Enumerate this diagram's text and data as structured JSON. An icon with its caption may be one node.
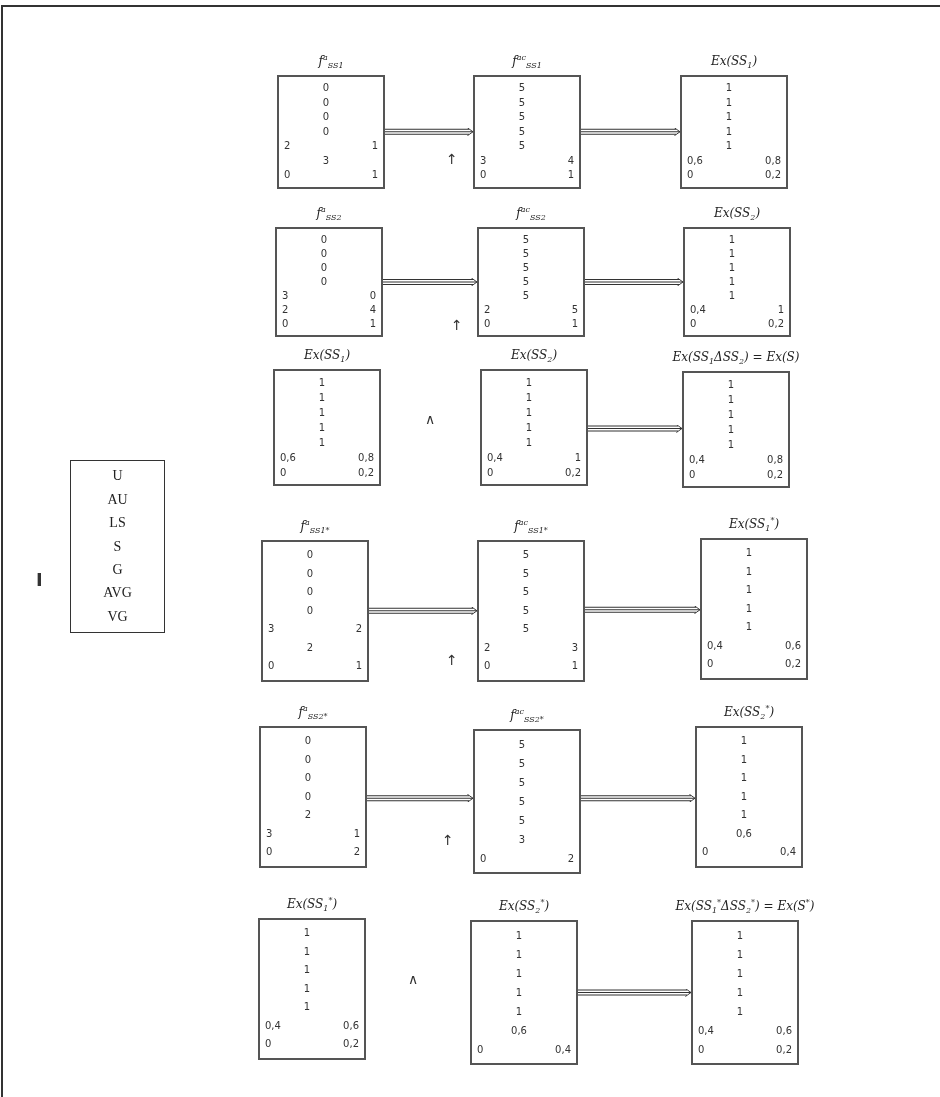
{
  "diagram": {
    "nodes": [
      {
        "text": [
          "U",
          "AU",
          "LS",
          "S",
          "G",
          "AVG",
          "VG"
        ]
      },
      {
        "text": [
          "f$^{a}$$_{SS1}$",
          "0",
          "0",
          "0",
          "0",
          "2",
          "1",
          "3",
          "0",
          "1"
        ]
      },
      {
        "text": [
          "f$^{ac}$$_{SS1}$",
          "5",
          "5",
          "5",
          "5",
          "5",
          "3",
          "4",
          "0",
          "1"
        ]
      },
      {
        "text": [
          "Ex(SS$_{1}$)",
          "1",
          "1",
          "1",
          "1",
          "1",
          "0,6",
          "0,8",
          "0",
          "0,2"
        ]
      },
      {
        "text": [
          "f$^{a}$$_{SS2}$",
          "0",
          "0",
          "0",
          "0",
          "3",
          "0",
          "2",
          "4",
          "0",
          "1"
        ]
      },
      {
        "text": [
          "f$^{ac}$$_{SS2}$",
          "5",
          "5",
          "5",
          "5",
          "5",
          "2",
          "5",
          "0",
          "1"
        ]
      },
      {
        "text": [
          "Ex(SS$_{2}$)",
          "1",
          "1",
          "1",
          "1",
          "1",
          "0,4",
          "1",
          "0",
          "0,2"
        ]
      },
      {
        "text": [
          "Ex(SS$_{1}$)",
          "1",
          "1",
          "1",
          "1",
          "1",
          "0,6",
          "0,8",
          "0",
          "0,2"
        ]
      },
      {
        "text": [
          "Ex(SS$_{2}$)",
          "1",
          "1",
          "1",
          "1",
          "1",
          "0,4",
          "1",
          "0",
          "0,2"
        ]
      },
      {
        "text": [
          "Ex(SS$_{1}$ΔSS$_{2}$) = Ex(S)",
          "1",
          "1",
          "1",
          "1",
          "1",
          "0,4",
          "0,8",
          "0",
          "0,2"
        ]
      },
      {
        "text": [
          "f$^{a}$$_{SS1*}$",
          "0",
          "0",
          "0",
          "0",
          "3",
          "2",
          "2",
          "0",
          "1"
        ]
      },
      {
        "text": [
          "f$^{ac}$$_{SS1*}$",
          "5",
          "5",
          "5",
          "5",
          "5",
          "2",
          "3",
          "0",
          "1"
        ]
      },
      {
        "text": [
          "Ex(SS$_{1}$$^{*}$)",
          "1",
          "1",
          "1",
          "1",
          "1",
          "0,4",
          "0,6",
          "0",
          "0,2"
        ]
      },
      {
        "text": [
          "f$^{a}$$_{SS2*}$",
          "0",
          "0",
          "0",
          "0",
          "2",
          "3",
          "1",
          "0",
          "2"
        ]
      },
      {
        "text": [
          "f$^{ac}$$_{SS2*}$",
          "5",
          "5",
          "5",
          "5",
          "5",
          "3",
          "0",
          "2"
        ]
      },
      {
        "text": [
          "Ex(SS$_{2}$$^{*}$)",
          "1",
          "1",
          "1",
          "1",
          "1",
          "0,6",
          "0",
          "0,4"
        ]
      },
      {
        "text": [
          "Ex(SS$_{1}$$^{*}$)",
          "1",
          "1",
          "1",
          "1",
          "1",
          "0,4",
          "0,6",
          "0",
          "0,2"
        ]
      },
      {
        "text": [
          "Ex(SS$_{2}$$^{*}$)",
          "1",
          "1",
          "1",
          "1",
          "1",
          "0,6",
          "0",
          "0,4"
        ]
      },
      {
        "text": [
          "Ex(SS$_{1}$$^{*}$ΔSS$_{2}$$^{*}$) = Ex(S$^{*}$)",
          "1",
          "1",
          "1",
          "1",
          "1",
          "0,4",
          "0,6",
          "0",
          "0,2"
        ]
      }
    ],
    "edges": [
      {
        "from": 1,
        "to": 2,
        "arrow": "to"
      },
      {
        "from": 2,
        "to": 3,
        "arrow": "to"
      },
      {
        "from": 4,
        "to": 5,
        "arrow": "to"
      },
      {
        "from": 5,
        "to": 6,
        "arrow": "to"
      },
      {
        "from": 8,
        "to": 9,
        "arrow": "to"
      },
      {
        "from": 10,
        "to": 11,
        "arrow": "to"
      },
      {
        "from": 11,
        "to": 12,
        "arrow": "to"
      },
      {
        "from": 13,
        "to": 14,
        "arrow": "to"
      },
      {
        "from": 14,
        "to": 15,
        "arrow": "to"
      },
      {
        "from": 17,
        "to": 18,
        "arrow": "to"
      }
    ],
    "labels": [
      "↑",
      "↑",
      "∧",
      "I",
      "↑",
      "↑",
      "∧"
    ]
  }
}
